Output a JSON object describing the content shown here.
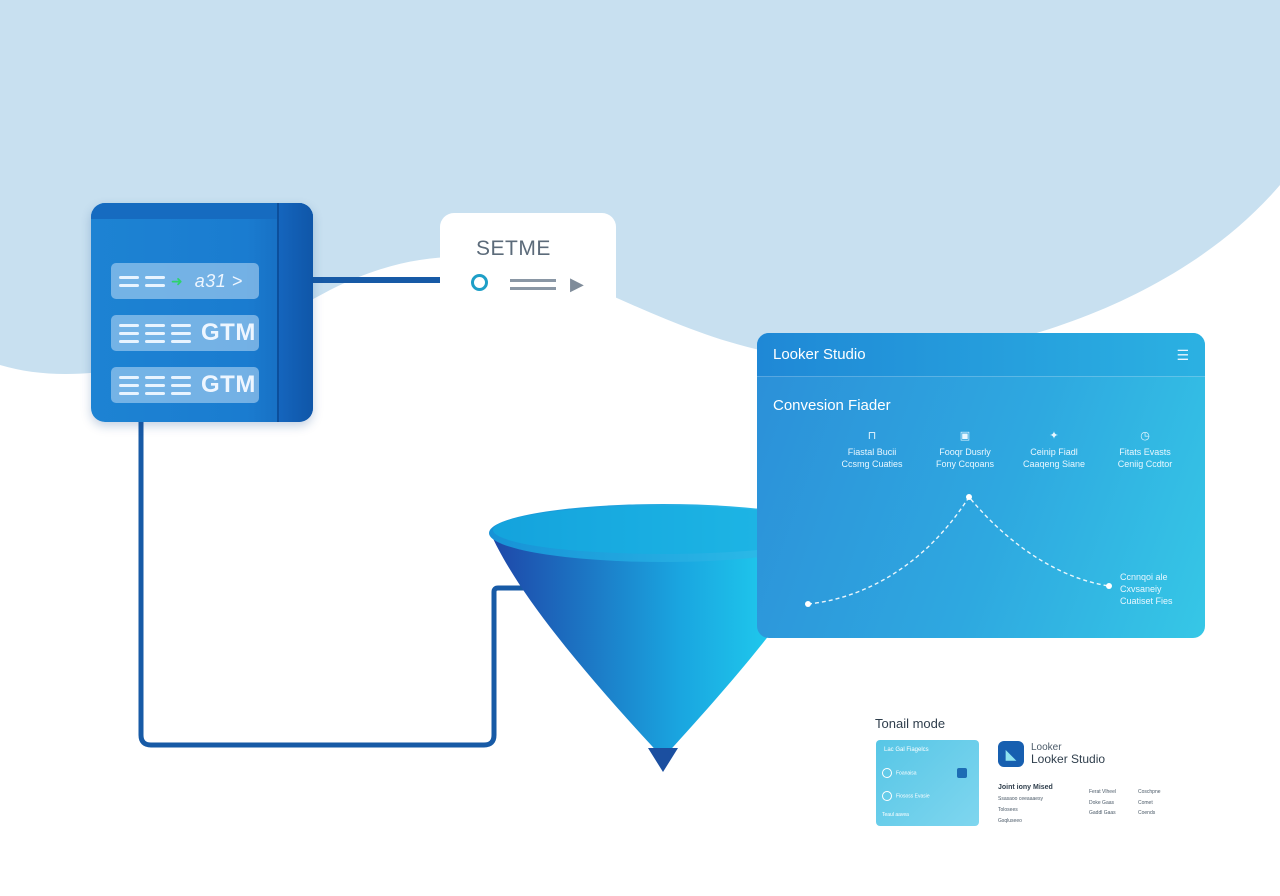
{
  "server": {
    "racks": [
      {
        "label": "a31 >",
        "style": "small"
      },
      {
        "label": "GTM",
        "style": "large"
      },
      {
        "label": "GTM",
        "style": "large"
      }
    ]
  },
  "setme_card": {
    "title": "SETME"
  },
  "looker_panel": {
    "title": "Looker Studio",
    "menu_icon": "hamburger-icon",
    "subtitle": "Convesion Fiader",
    "stats": [
      {
        "icon": "lock-icon",
        "line1": "Fiastal Bucii",
        "line2": "Ccsmg Cuaties"
      },
      {
        "icon": "image-icon",
        "line1": "Fooqr Dusrly",
        "line2": "Fony Ccqoans"
      },
      {
        "icon": "gear-icon",
        "line1": "Ceinip Fiadl",
        "line2": "Caaqeng Siane"
      },
      {
        "icon": "clock-icon",
        "line1": "Fitats Evasts",
        "line2": "Ceniig Ccdtor"
      }
    ],
    "chart_label": [
      "Ccnnqoi ale",
      "Cxvsaneiy",
      "Cuatiset Fies"
    ],
    "colors": {
      "line": "#ffffff",
      "panel_start": "#2c8fd8",
      "panel_end": "#36c7e6"
    }
  },
  "bottom": {
    "heading": "Tonail mode",
    "mini_card_head": "Lac Gal Fiagelcs",
    "mini_rows": [
      "Foanaisa",
      "Fiososs Evasie",
      "Teaul aavea"
    ],
    "logo_line1": "Looker",
    "logo_line2": "Looker Studio",
    "list_title": "Joint iony Mised",
    "list_items": [
      "Ssasaoo ceeaaaesy",
      "Tolosees",
      "Gsqluseeo"
    ],
    "col2_items": [
      "Ferat Vlheel",
      "Doke Gaas",
      "Gaddl Gaas"
    ],
    "col3_items": [
      "Coschpne",
      "Comet",
      "Coends"
    ]
  },
  "colors": {
    "background_blue": "#c8e0f0",
    "connector": "#175aa6",
    "funnel_start": "#1e46a8",
    "funnel_end": "#22e2f6"
  }
}
